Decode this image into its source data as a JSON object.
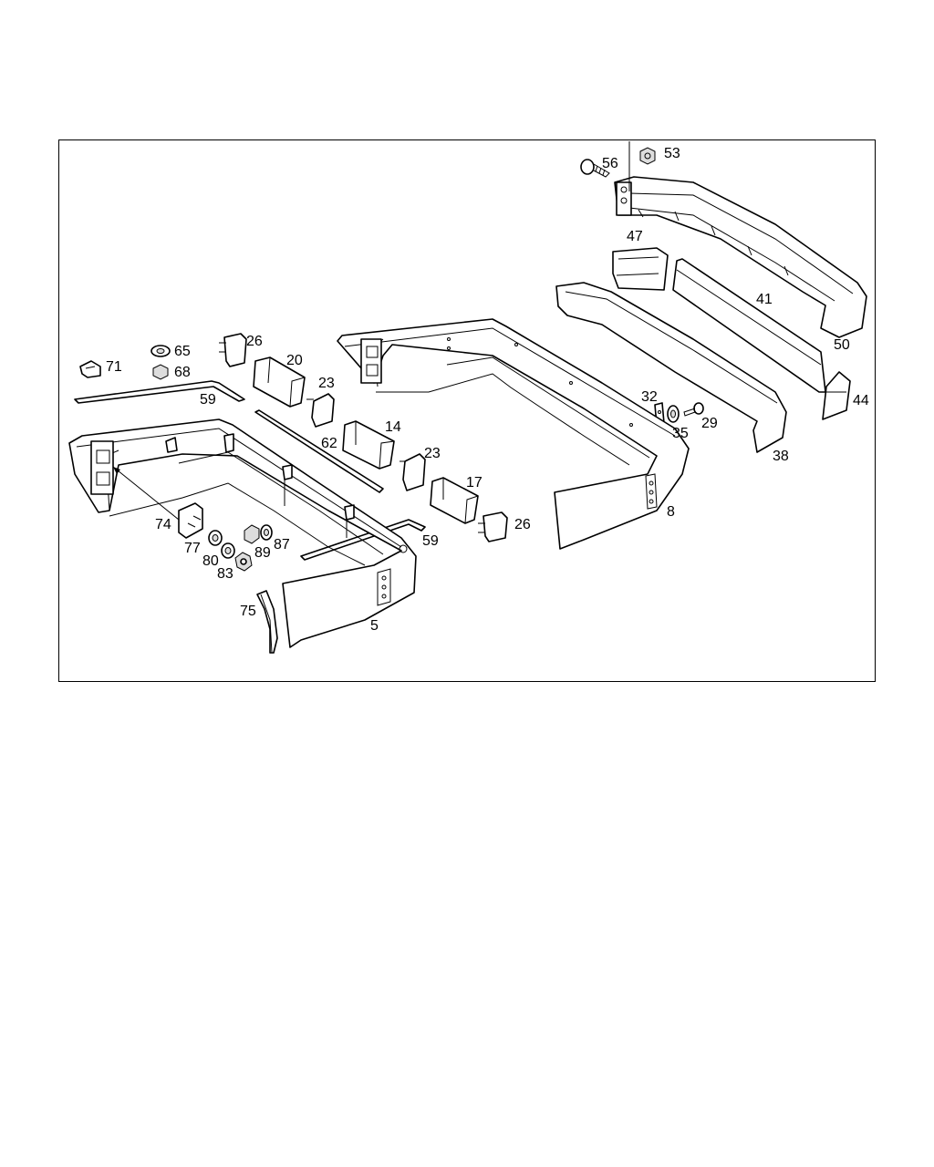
{
  "diagram": {
    "callouts": {
      "c53": "53",
      "c56": "56",
      "c47": "47",
      "c41": "41",
      "c50": "50",
      "c44": "44",
      "c38": "38",
      "c32": "32",
      "c35": "35",
      "c29": "29",
      "c8": "8",
      "c26a": "26",
      "c65": "65",
      "c68": "68",
      "c71": "71",
      "c20": "20",
      "c59a": "59",
      "c23a": "23",
      "c14": "14",
      "c62": "62",
      "c23b": "23",
      "c17": "17",
      "c26b": "26",
      "c59b": "59",
      "c74": "74",
      "c77": "77",
      "c80": "80",
      "c83": "83",
      "c89": "89",
      "c87": "87",
      "c75": "75",
      "c5": "5"
    }
  }
}
